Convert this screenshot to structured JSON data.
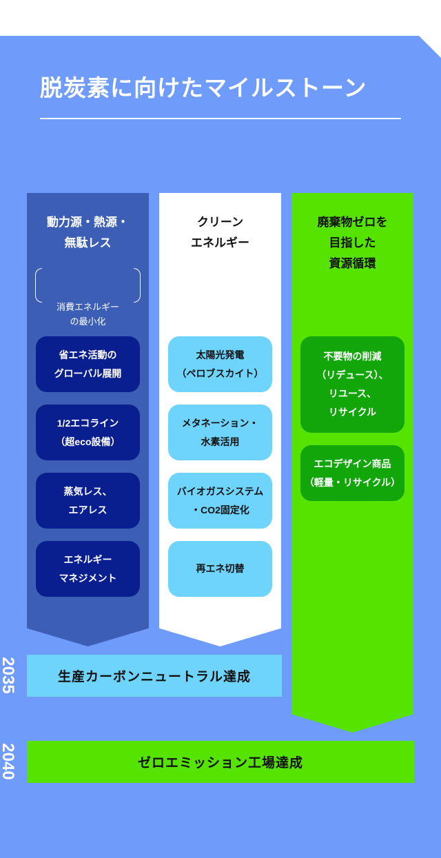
{
  "title": "脱炭素に向けたマイルストーン",
  "columns": [
    {
      "heading": "動力源・熱源・\n無駄レス",
      "subheading": "消費エネルギー\nの最小化",
      "items": [
        "省エネ活動の\nグローバル展開",
        "1/2エコライン\n（超eco設備）",
        "蒸気レス、\nエアレス",
        "エネルギー\nマネジメント"
      ]
    },
    {
      "heading": "クリーン\nエネルギー",
      "items": [
        "太陽光発電\n（ペロブスカイト）",
        "メタネーション・\n水素活用",
        "バイオガスシステム\n・CO2固定化",
        "再エネ切替"
      ]
    },
    {
      "heading": "廃棄物ゼロを\n目指した\n資源循環",
      "items": [
        "不要物の削減\n（リデュース）、\nリユース、\nリサイクル",
        "エコデザイン商品\n（軽量・リサイクル）"
      ]
    }
  ],
  "milestones": [
    {
      "year": "2035",
      "label": "生産カーボンニュートラル達成"
    },
    {
      "year": "2040",
      "label": "ゼロエミッション工場達成"
    }
  ],
  "colors": {
    "background": "#6f9bfb",
    "column1": "#3c5fb5",
    "column2": "#ffffff",
    "column3": "#56e300",
    "item1": "#0a1f8f",
    "item2": "#6fd4fb",
    "item3": "#13a60b"
  }
}
